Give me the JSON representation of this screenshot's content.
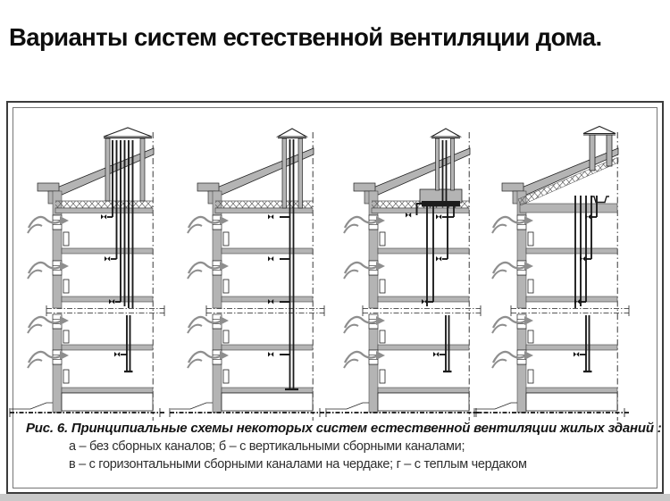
{
  "slide": {
    "title": "Варианты систем естественной вентиляции дома."
  },
  "figure": {
    "caption": {
      "heading": "Рис. 6. Принципиальные схемы некоторых систем естественной вентиляции жилых зданий :",
      "line_a_b": "а – без сборных каналов; б – с вертикальными сборными каналами;",
      "line_v_g": "в – с горизонтальными сборными каналами на чердаке; г – с теплым чердаком"
    },
    "diagrams": [
      {
        "key": "а",
        "scheme": "без сборных каналов"
      },
      {
        "key": "б",
        "scheme": "с вертикальными сборными каналами"
      },
      {
        "key": "в",
        "scheme": "с горизонтальными сборными каналами на чердаке"
      },
      {
        "key": "г",
        "scheme": "с теплым чердаком"
      }
    ],
    "colors": {
      "wall": "#b4b4b4",
      "line": "#1c1c1c",
      "arrow": "#8e8e8e",
      "frame": "#3c3c3c",
      "strip": "#c9c9c9"
    }
  }
}
